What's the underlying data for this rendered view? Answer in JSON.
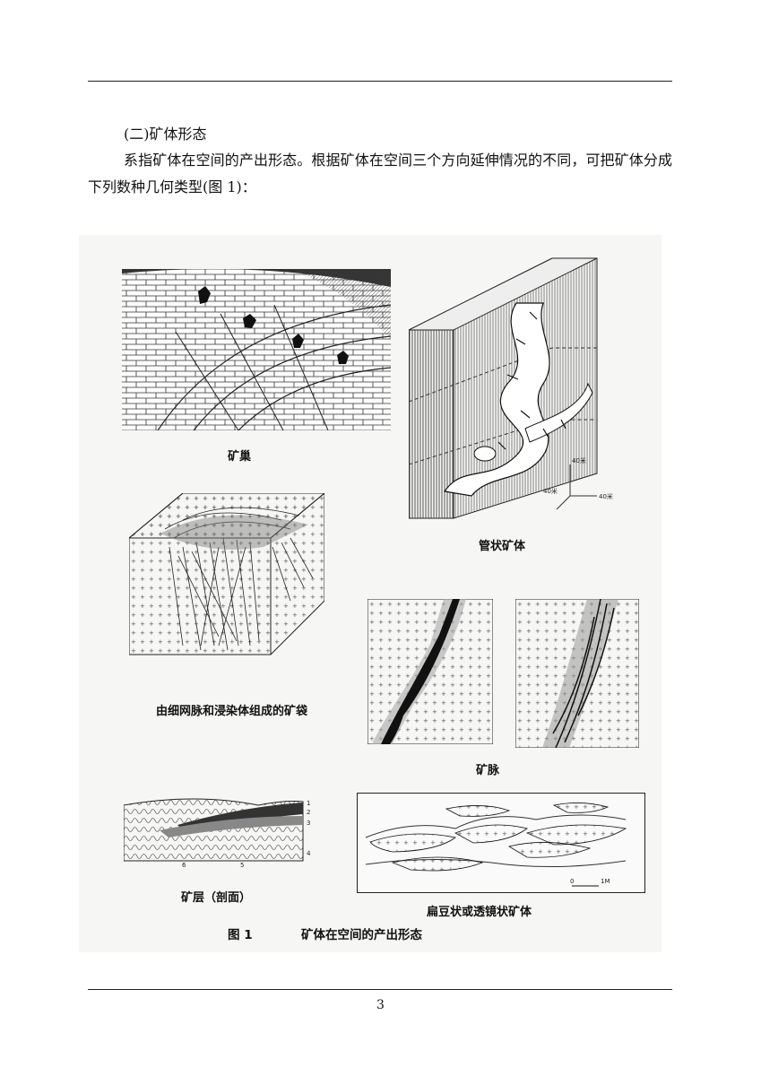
{
  "text": {
    "section_heading": "(二)矿体形态",
    "paragraph": "系指矿体在空间的产出形态。根据矿体在空间三个方向延伸情况的不同，可把矿体分成下列数种几何类型(图 1)：",
    "page_number": "3"
  },
  "figure": {
    "panels": {
      "nest": "矿巢",
      "pipe": "管状矿体",
      "pocket": "由细网脉和浸染体组成的矿袋",
      "vein": "矿脉",
      "layer": "矿层（剖面）",
      "lens": "扁豆状或透镜状矿体"
    },
    "caption_number": "图 1",
    "caption_text": "矿体在空间的产出形态",
    "pipe_scale": {
      "a": "40米",
      "b": "40米",
      "c": "40米"
    },
    "layer_numbers": {
      "n1": "1",
      "n2": "2",
      "n3": "3",
      "n4": "4",
      "n5": "5",
      "n6": "6"
    },
    "lens_scale": {
      "zero": "0",
      "one": "1M"
    }
  }
}
